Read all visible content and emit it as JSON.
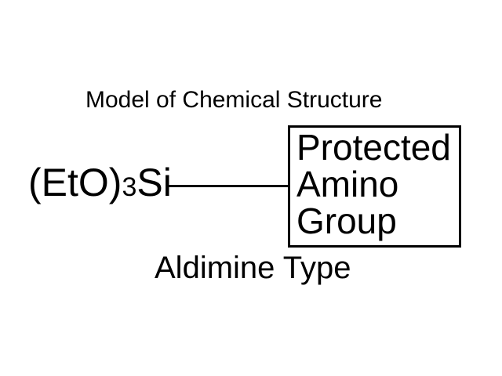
{
  "colors": {
    "background": "#ffffff",
    "ink": "#000000"
  },
  "title": "Model of Chemical Structure",
  "formula": {
    "prefix": "(EtO)",
    "subscript": "3",
    "element": "Si"
  },
  "bond": {
    "type": "single-line"
  },
  "box": {
    "lines": [
      "Protected",
      "Amino",
      "Group"
    ]
  },
  "caption": "Aldimine Type"
}
